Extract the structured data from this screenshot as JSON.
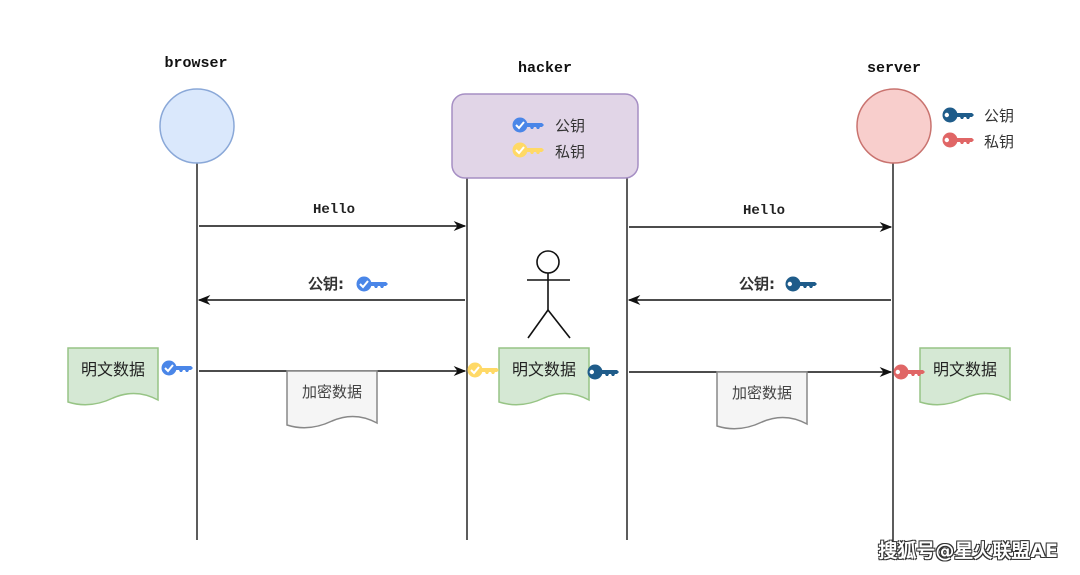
{
  "actors": {
    "browser": {
      "label": "browser",
      "fill": "#dae8fc",
      "stroke": "#8aa8d8"
    },
    "hacker": {
      "label": "hacker",
      "fill": "#e1d5e7",
      "stroke": "#a68fc4",
      "keys": [
        {
          "label": "公钥",
          "color": "#4a86e8",
          "check": true
        },
        {
          "label": "私钥",
          "color": "#ffd966",
          "check": true
        }
      ]
    },
    "server": {
      "label": "server",
      "fill": "#f8cecc",
      "stroke": "#c9736f",
      "keys": [
        {
          "label": "公钥",
          "color": "#1f5c8a"
        },
        {
          "label": "私钥",
          "color": "#e06666"
        }
      ]
    }
  },
  "messages": {
    "hello_1": "Hello",
    "hello_2": "Hello",
    "pubkey_1": "公钥:",
    "pubkey_2": "公钥:"
  },
  "documents": {
    "plain_browser": "明文数据",
    "plain_hacker": "明文数据",
    "plain_server": "明文数据",
    "encrypted_1": "加密数据",
    "encrypted_2": "加密数据"
  },
  "colors": {
    "plain_fill": "#d5e8d4",
    "plain_stroke": "#97c485",
    "enc_fill": "#f5f5f5",
    "enc_stroke": "#888888",
    "fake_pub": "#4a86e8",
    "fake_priv": "#ffd966",
    "real_pub": "#1f5c8a",
    "real_priv": "#e06666"
  },
  "watermark": "搜狐号@星火联盟AE"
}
